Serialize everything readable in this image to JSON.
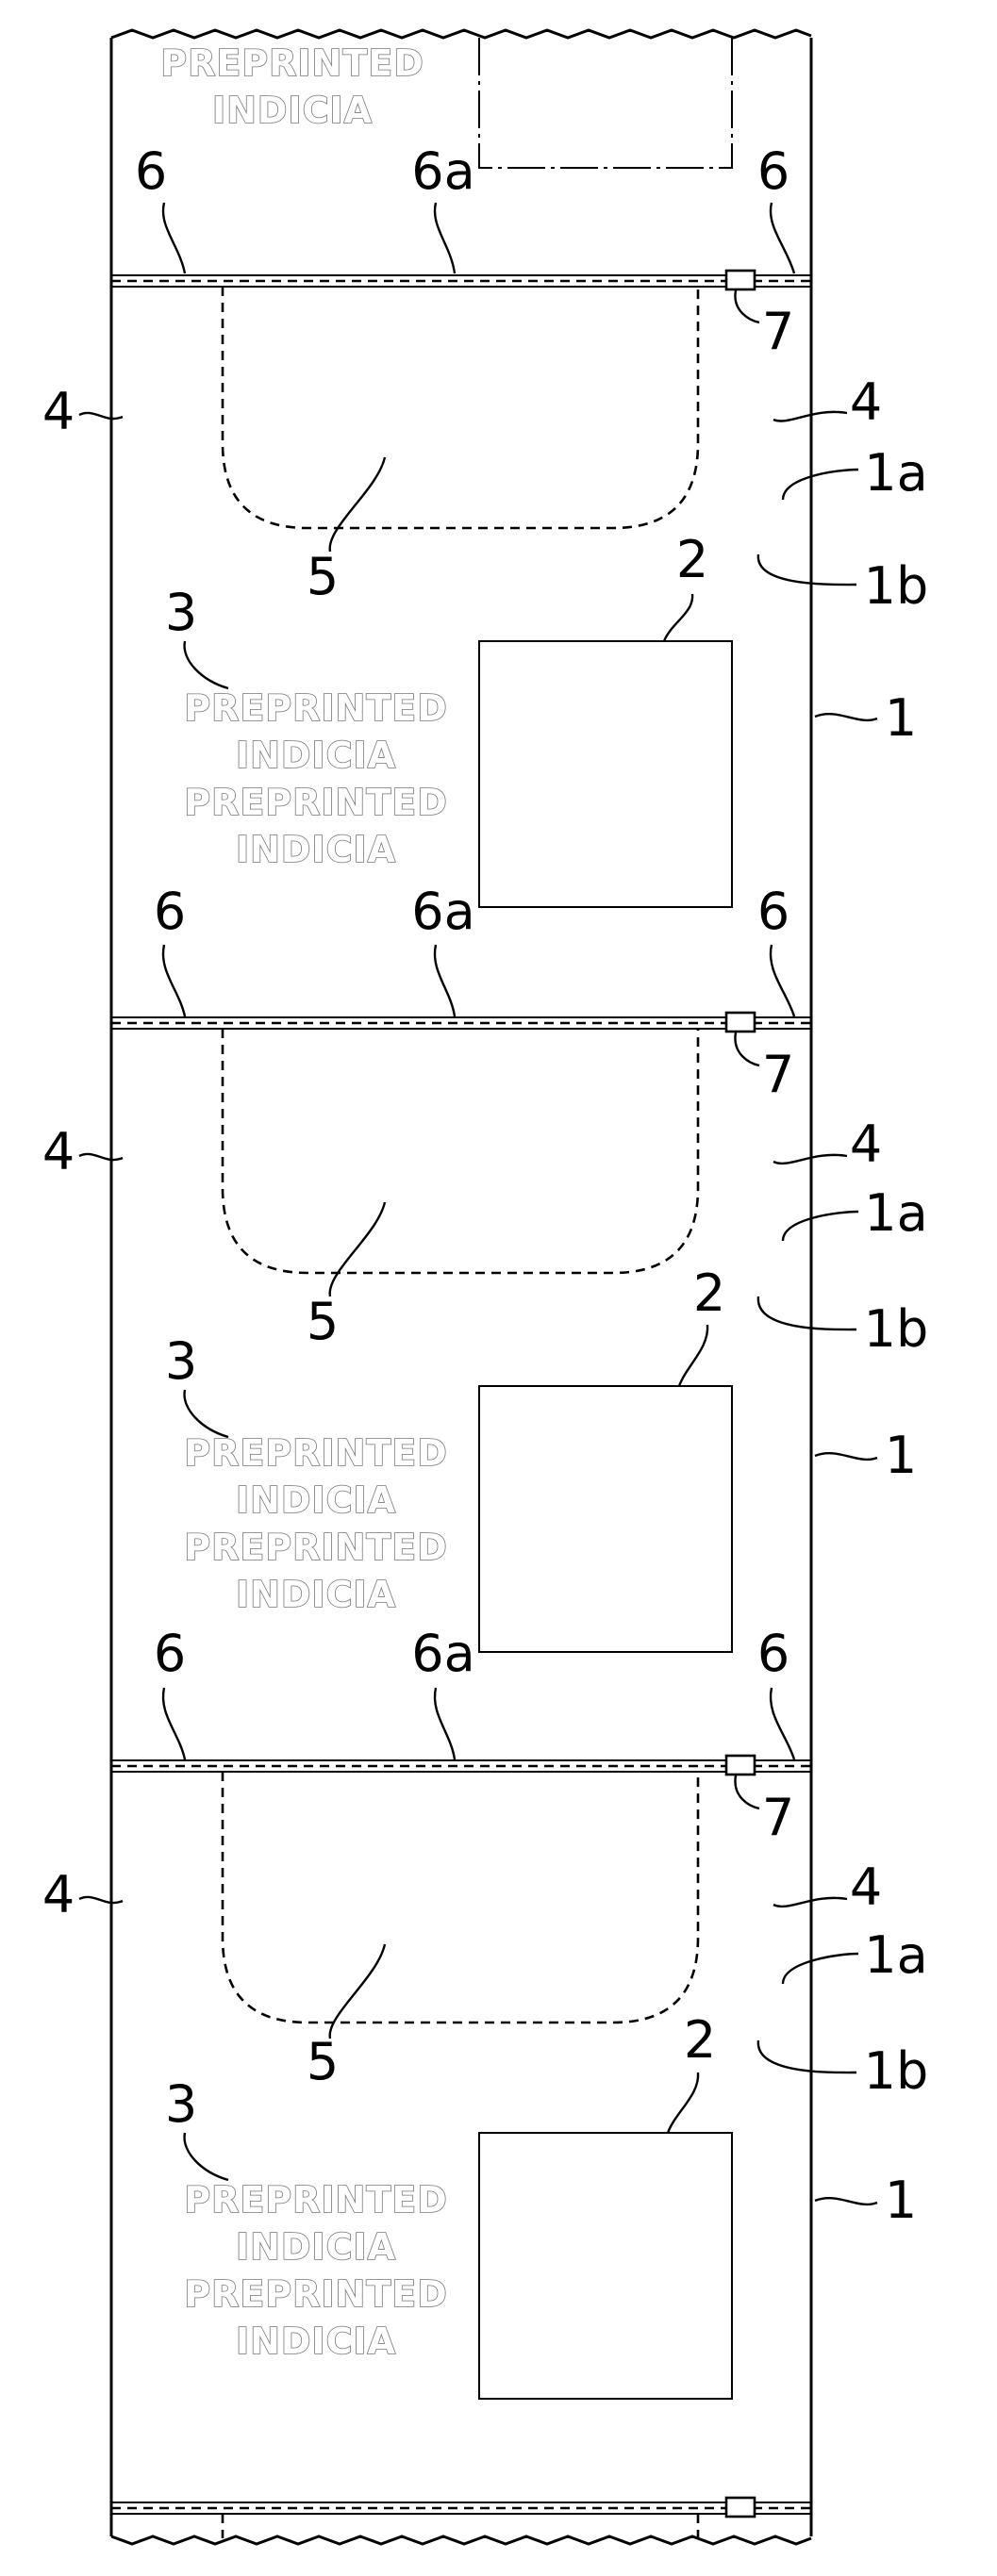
{
  "indicia": {
    "line1": "PREPRINTED",
    "line2": "INDICIA"
  },
  "refs": {
    "web": "1",
    "front": "1a",
    "back": "1b",
    "label": "2",
    "indicia": "3",
    "margin": "4",
    "cutout": "5",
    "perforation": "6",
    "perforation_center": "6a",
    "mark": "7"
  }
}
